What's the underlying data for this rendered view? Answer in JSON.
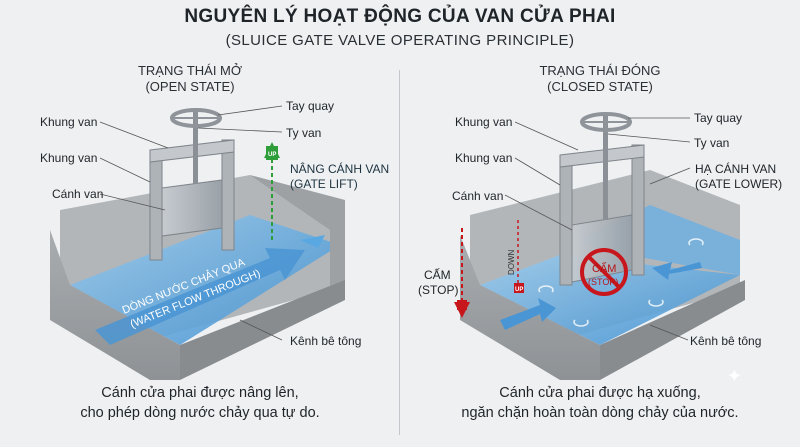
{
  "title": "NGUYÊN LÝ HOẠT ĐỘNG CỦA VAN CỬA PHAI",
  "subtitle": "(SLUICE GATE VALVE OPERATING PRINCIPLE)",
  "open": {
    "heading_vi": "TRẠNG THÁI MỞ",
    "heading_en": "(OPEN STATE)",
    "labels": {
      "handwheel": "Tay quay",
      "stem": "Ty van",
      "frame_top": "Khung van",
      "frame_mid": "Khung van",
      "gate": "Cánh van",
      "lift_vi": "NÂNG CÁNH VAN",
      "lift_en": "(GATE LIFT)",
      "up_tag": "UP",
      "flow_vi": "DÒNG NƯỚC CHẢY QUA",
      "flow_en": "(WATER FLOW THROUGH)",
      "channel": "Kênh bê tông"
    },
    "caption_line1": "Cánh cửa phai được nâng lên,",
    "caption_line2": "cho phép dòng nước chảy qua tự do."
  },
  "closed": {
    "heading_vi": "TRẠNG THÁI ĐÓNG",
    "heading_en": "(CLOSED STATE)",
    "labels": {
      "handwheel": "Tay quay",
      "stem": "Ty van",
      "frame_top": "Khung van",
      "frame_mid": "Khung van",
      "gate": "Cánh van",
      "lower_vi": "HẠ CÁNH VAN",
      "lower_en": "(GATE LOWER)",
      "down_tag": "DOWN",
      "stop_vi": "CẤM",
      "stop_en": "(STOP)",
      "stop_sign_vi": "CẤM",
      "stop_sign_en": "(STOP)",
      "up_tag_small": "UP",
      "channel": "Kênh bê tông"
    },
    "caption_line1": "Cánh cửa phai được hạ xuống,",
    "caption_line2": "ngăn chặn hoàn toàn dòng chảy của nước."
  },
  "colors": {
    "concrete": "#9fa3a6",
    "concrete_dark": "#7d8184",
    "water": "#5ea9de",
    "steel": "#b7bcc1",
    "lift_arrow": "#2e9e3a",
    "stop_red": "#c8161d"
  }
}
